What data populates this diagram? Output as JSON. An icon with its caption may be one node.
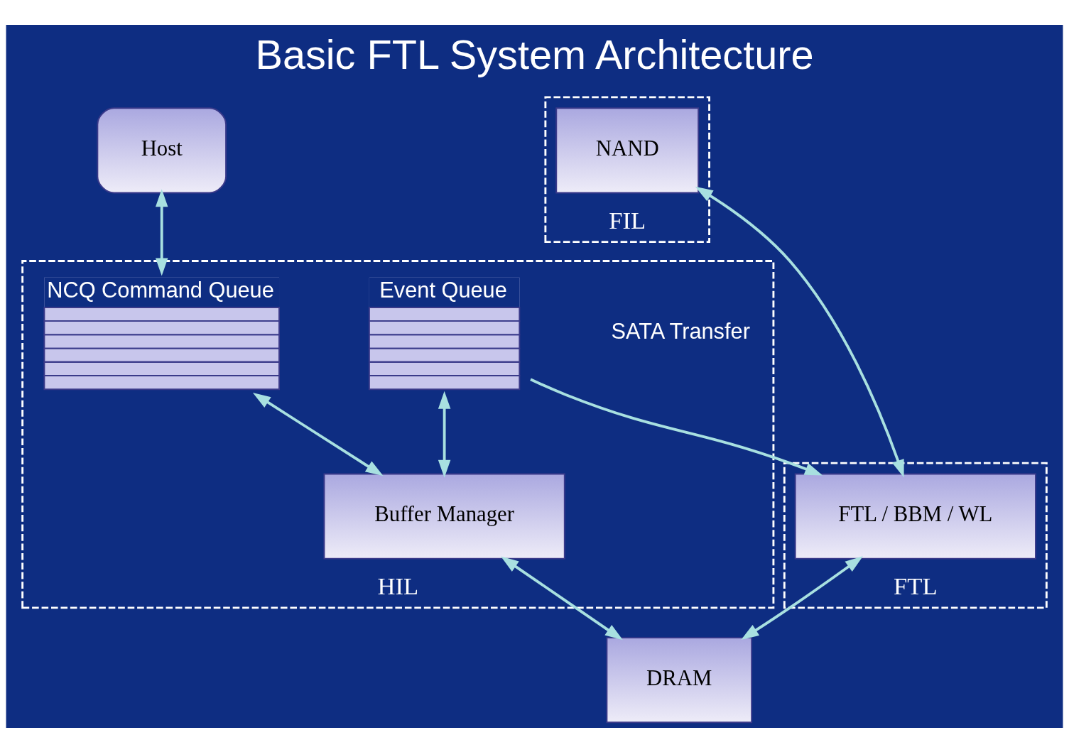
{
  "diagram": {
    "title": "Basic FTL System Architecture",
    "nodes": [
      {
        "text": [
          "Host"
        ]
      },
      {
        "text": [
          "HIL"
        ]
      },
      {
        "text": [
          "NCQ Command Queue"
        ],
        "in": 1
      },
      {
        "text": [
          "Event Queue"
        ],
        "in": 1
      },
      {
        "text": [
          "Buffer Manager"
        ],
        "in": 1
      },
      {
        "text": [
          "FTL"
        ]
      },
      {
        "text": [
          "FTL / BBM / WL"
        ],
        "in": 5
      },
      {
        "text": [
          "FIL"
        ]
      },
      {
        "text": [
          "NAND"
        ],
        "in": 7
      },
      {
        "text": [
          "DRAM"
        ]
      }
    ],
    "edges": [
      {
        "from": 0,
        "to": 2,
        "arrow": "both"
      },
      {
        "from": 2,
        "to": 4,
        "arrow": "both"
      },
      {
        "from": 3,
        "to": 4,
        "arrow": "both"
      },
      {
        "from": 3,
        "to": 6,
        "arrow": "to"
      },
      {
        "from": 6,
        "to": 8,
        "arrow": "both"
      },
      {
        "from": 4,
        "to": 9,
        "arrow": "both"
      },
      {
        "from": 6,
        "to": 9,
        "arrow": "both"
      }
    ],
    "labels": [
      "SATA Transfer"
    ]
  }
}
